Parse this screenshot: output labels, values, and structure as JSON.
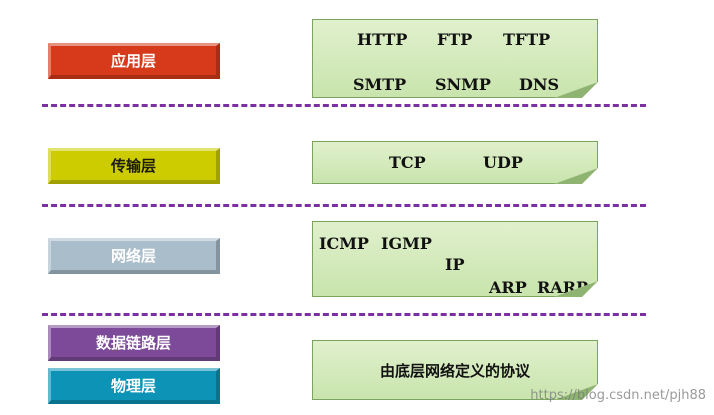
{
  "layers": {
    "application": "应用层",
    "transport": "传输层",
    "network": "网络层",
    "datalink": "数据链路层",
    "physical": "物理层"
  },
  "protocols": {
    "application": [
      "HTTP",
      "FTP",
      "TFTP",
      "SMTP",
      "SNMP",
      "DNS"
    ],
    "transport": [
      "TCP",
      "UDP"
    ],
    "network": [
      "ICMP",
      "IGMP",
      "IP",
      "ARP",
      "RARP"
    ],
    "lower": "由底层网络定义的协议"
  },
  "watermark": "https://blog.csdn.net/pjh88",
  "colors": {
    "application": "#d63a1a",
    "transport": "#cccc00",
    "network": "#a9bdcb",
    "datalink": "#7c4a98",
    "physical": "#0d93b6",
    "box_fill": "#c9e4ad",
    "divider": "#7b2fa0"
  }
}
